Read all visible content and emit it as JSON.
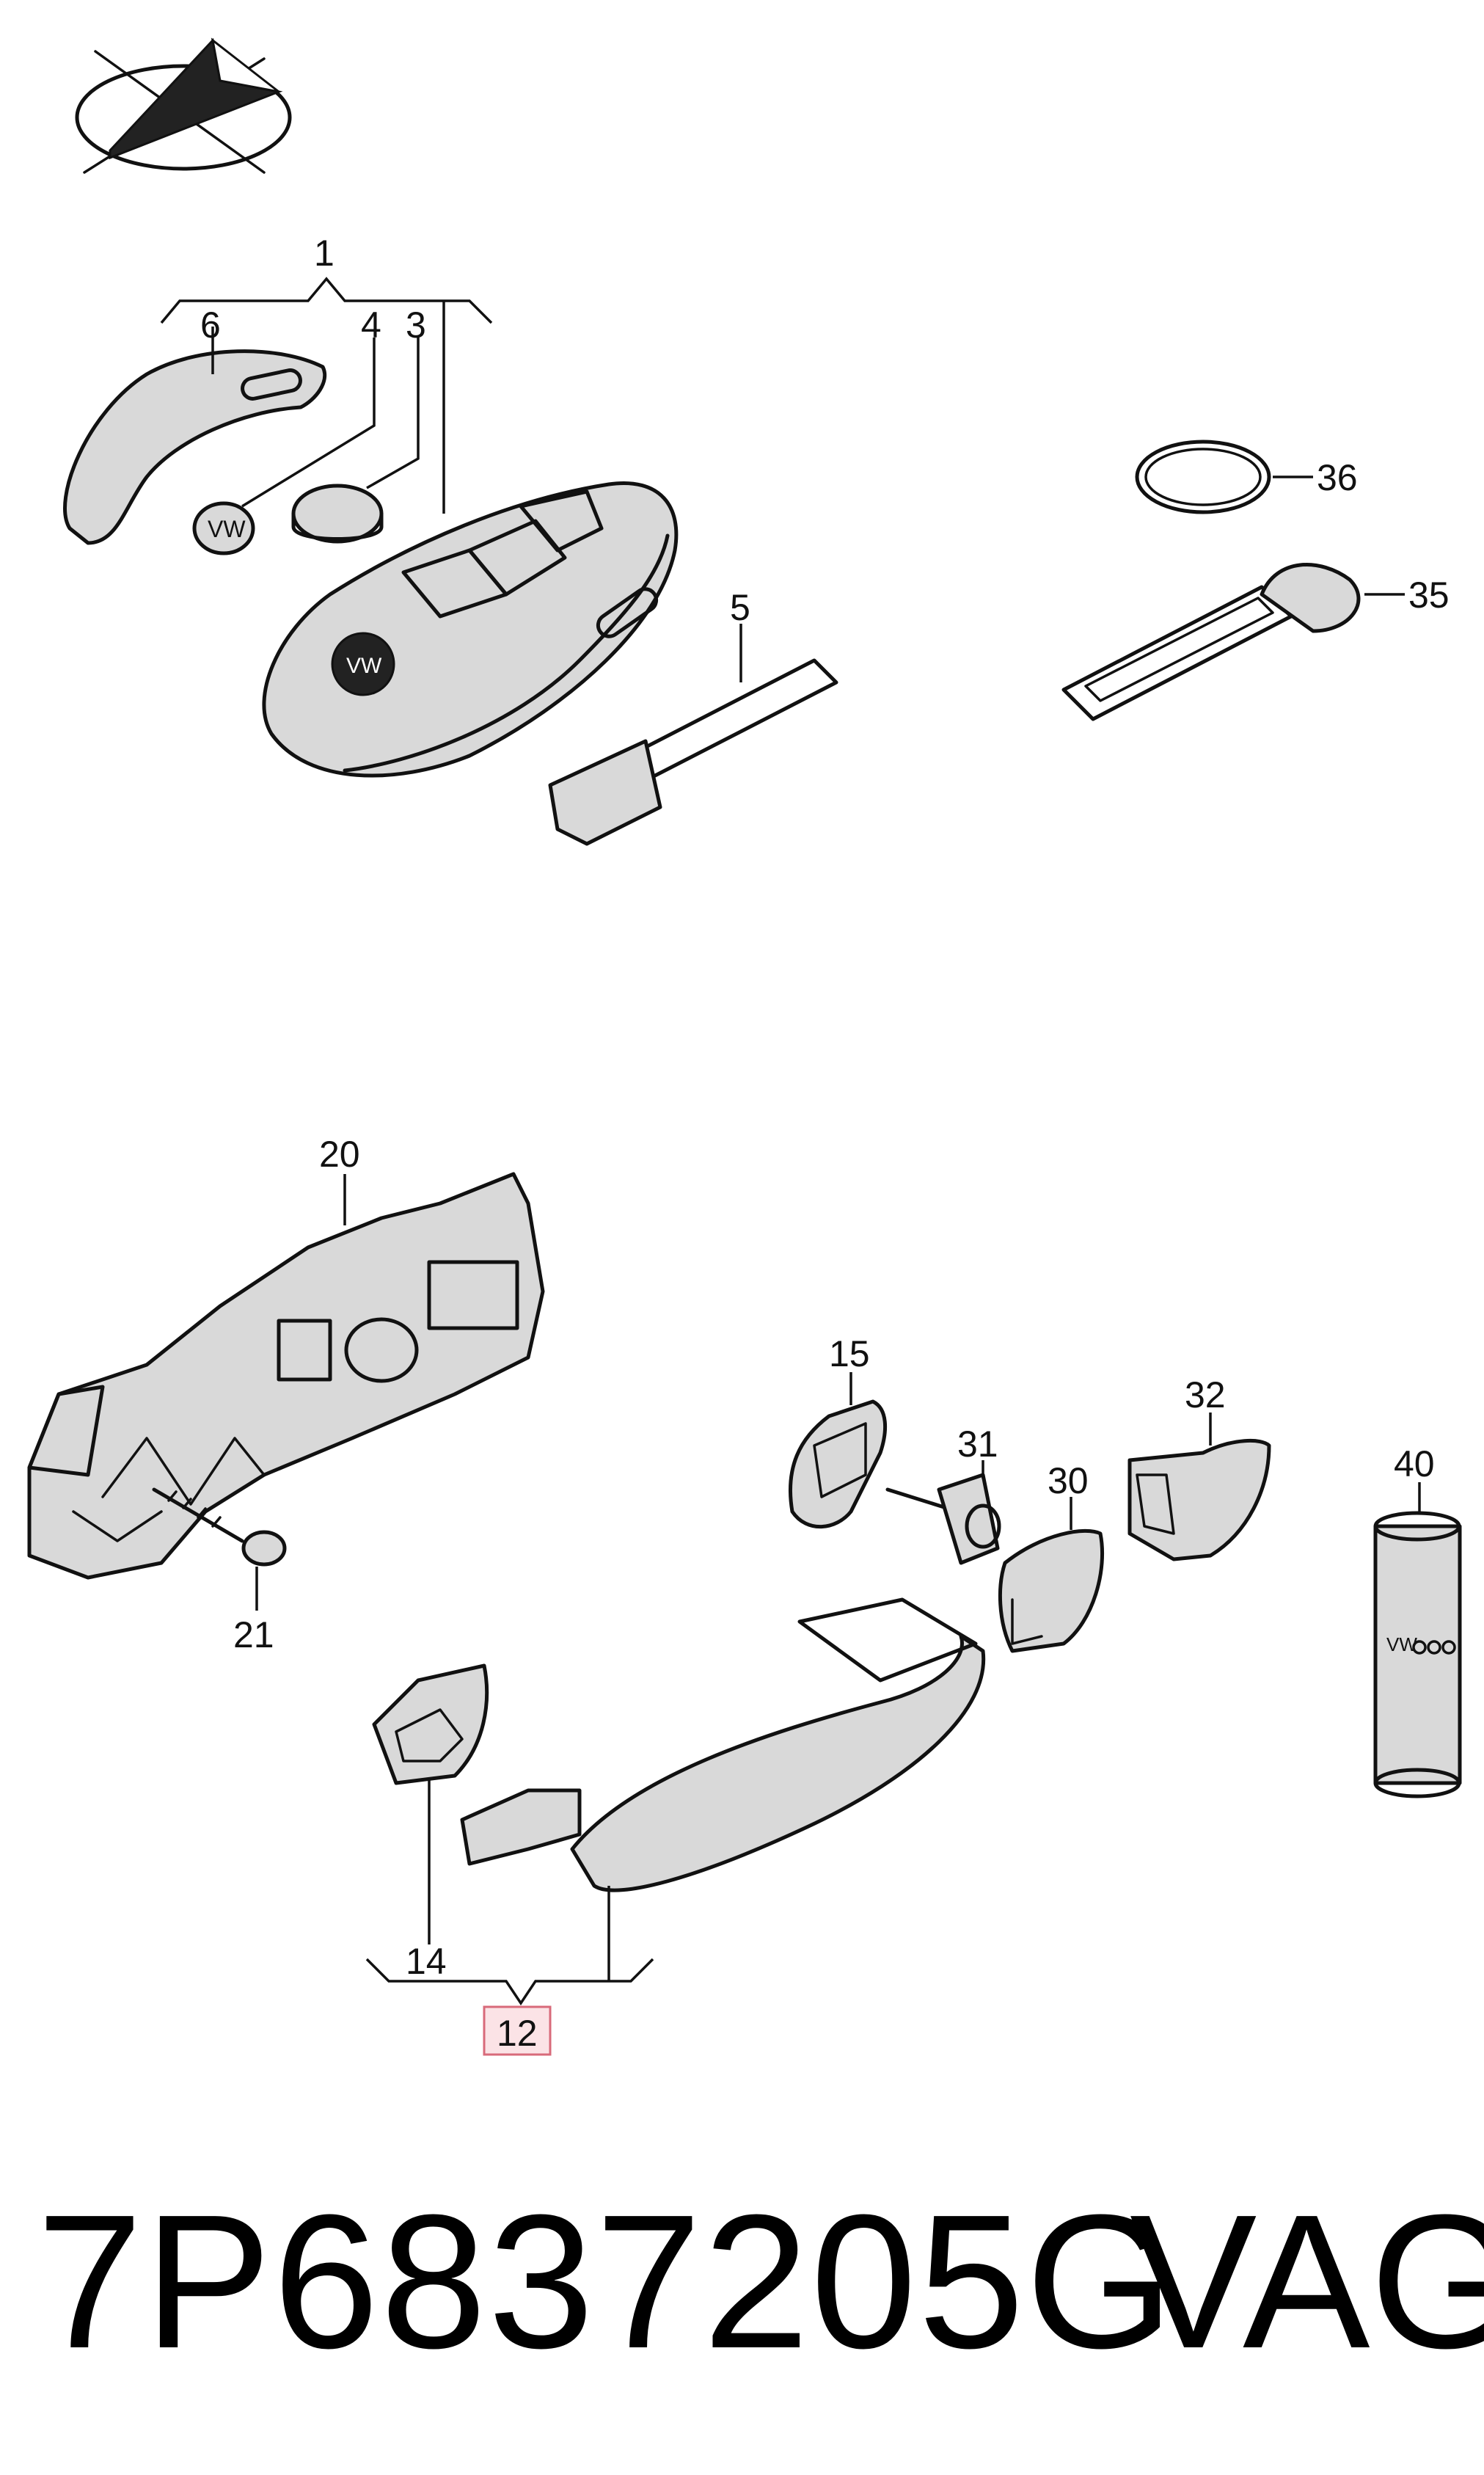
{
  "callouts": {
    "c1": "1",
    "c3": "3",
    "c4": "4",
    "c5": "5",
    "c6": "6",
    "c12": "12",
    "c14": "14",
    "c15": "15",
    "c20": "20",
    "c21": "21",
    "c30": "30",
    "c31": "31",
    "c32": "32",
    "c35": "35",
    "c36": "36",
    "c40": "40"
  },
  "highlighted_callout": "12",
  "footer": {
    "part_number": "7P6837205G",
    "brand": "VAG"
  },
  "icons": {
    "logo": "catalog-logo-icon",
    "key_emblem": "vw-emblem-icon"
  },
  "colors": {
    "highlight_fill": "#fbe3e6",
    "highlight_stroke": "#d86a7a",
    "line": "#111111"
  }
}
